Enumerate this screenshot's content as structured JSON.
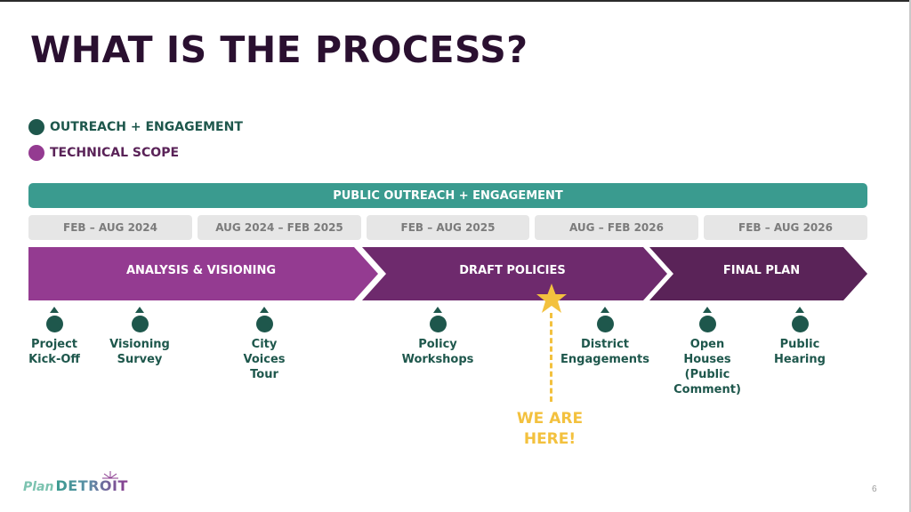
{
  "slide": {
    "title": "WHAT IS THE PROCESS?",
    "page_number": "6"
  },
  "legend": [
    {
      "label": "OUTREACH + ENGAGEMENT",
      "color": "#1e574c"
    },
    {
      "label": "TECHNICAL SCOPE",
      "color": "#943b91"
    }
  ],
  "outreach_bar": {
    "label": "PUBLIC OUTREACH + ENGAGEMENT",
    "color": "#3a9b8f"
  },
  "date_ranges": [
    "FEB – AUG 2024",
    "AUG 2024 – FEB 2025",
    "FEB – AUG 2025",
    "AUG – FEB 2026",
    "FEB – AUG 2026"
  ],
  "phases": [
    {
      "label": "ANALYSIS & VISIONING",
      "color": "#943b91"
    },
    {
      "label": "DRAFT POLICIES",
      "color": "#6e2a6d"
    },
    {
      "label": "FINAL PLAN",
      "color": "#5a2358"
    }
  ],
  "milestones": [
    {
      "label": "Project\nKick-Off"
    },
    {
      "label": "Visioning\nSurvey"
    },
    {
      "label": "City\nVoices\nTour"
    },
    {
      "label": "Policy\nWorkshops"
    },
    {
      "label": "District\nEngagements"
    },
    {
      "label": "Open\nHouses\n(Public\nComment)"
    },
    {
      "label": "Public\nHearing"
    }
  ],
  "current_marker": {
    "label": "WE ARE\nHERE!",
    "icon": "star-icon",
    "color": "#f3c13e"
  },
  "logo": {
    "plan": "Plan",
    "detroit": "DETROIT"
  }
}
